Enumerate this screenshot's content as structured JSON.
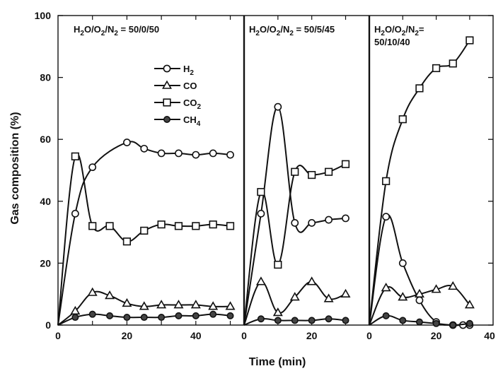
{
  "chart_data": {
    "type": "line",
    "xlabel": "Time (min)",
    "ylabel": "Gas composition (%)",
    "ylim": [
      0,
      100
    ],
    "yticks": [
      0,
      20,
      40,
      60,
      80,
      100
    ],
    "legend": {
      "placement": "upper-left-inside-panel-1",
      "entries": [
        {
          "label": "H",
          "sub": "2",
          "marker": "circle-open"
        },
        {
          "label": "CO",
          "sub": "",
          "marker": "triangle-open"
        },
        {
          "label": "CO",
          "sub": "2",
          "marker": "square-open"
        },
        {
          "label": "CH",
          "sub": "4",
          "marker": "circle-filled"
        }
      ]
    },
    "panels": [
      {
        "label_lines": [
          [
            {
              "t": "H"
            },
            {
              "t": "2",
              "sub": true
            },
            {
              "t": "O/O"
            },
            {
              "t": "2",
              "sub": true
            },
            {
              "t": "/N"
            },
            {
              "t": "2",
              "sub": true
            },
            {
              "t": " = 50/0/50"
            }
          ]
        ],
        "xlim": [
          0,
          54
        ],
        "xticks": [
          0,
          20,
          40
        ],
        "series": [
          {
            "name": "H2",
            "marker": "circle-open",
            "x": [
              5,
              10,
              20,
              25,
              30,
              35,
              40,
              45,
              50
            ],
            "y": [
              36,
              51,
              59,
              57,
              55.5,
              55.5,
              55,
              55.5,
              55
            ]
          },
          {
            "name": "CO",
            "marker": "triangle-open",
            "x": [
              5,
              10,
              15,
              20,
              25,
              30,
              35,
              40,
              45,
              50
            ],
            "y": [
              4.5,
              10.5,
              9.5,
              7,
              6,
              6.5,
              6.5,
              6.5,
              6,
              6
            ]
          },
          {
            "name": "CO2",
            "marker": "square-open",
            "x": [
              5,
              10,
              15,
              20,
              25,
              30,
              35,
              40,
              45,
              50
            ],
            "y": [
              54.5,
              32,
              32,
              27,
              30.5,
              32.5,
              32,
              32,
              32.5,
              32
            ]
          },
          {
            "name": "CH4",
            "marker": "circle-filled",
            "x": [
              5,
              10,
              15,
              20,
              25,
              30,
              35,
              40,
              45,
              50
            ],
            "y": [
              2.5,
              3.5,
              3,
              2.5,
              2.5,
              2.5,
              3,
              3,
              3.5,
              3
            ]
          }
        ]
      },
      {
        "label_lines": [
          [
            {
              "t": "H"
            },
            {
              "t": "2",
              "sub": true
            },
            {
              "t": "O/O"
            },
            {
              "t": "2",
              "sub": true
            },
            {
              "t": "/N"
            },
            {
              "t": "2",
              "sub": true
            },
            {
              "t": " = 50/5/45"
            }
          ]
        ],
        "xlim": [
          0,
          37
        ],
        "xticks": [
          0,
          20
        ],
        "series": [
          {
            "name": "H2",
            "marker": "circle-open",
            "x": [
              5,
              10,
              15,
              20,
              25,
              30
            ],
            "y": [
              36,
              70.5,
              33,
              33,
              34,
              34.5
            ]
          },
          {
            "name": "CO",
            "marker": "triangle-open",
            "x": [
              5,
              10,
              15,
              20,
              25,
              30
            ],
            "y": [
              14,
              4,
              9,
              14,
              8.5,
              10
            ]
          },
          {
            "name": "CO2",
            "marker": "square-open",
            "x": [
              5,
              10,
              15,
              20,
              25,
              30
            ],
            "y": [
              43,
              19.5,
              49.5,
              48.5,
              49.5,
              52
            ]
          },
          {
            "name": "CH4",
            "marker": "circle-filled",
            "x": [
              5,
              10,
              15,
              20,
              25,
              30
            ],
            "y": [
              2,
              1.5,
              1.5,
              1.5,
              2,
              1.5
            ]
          }
        ]
      },
      {
        "label_lines": [
          [
            {
              "t": "H"
            },
            {
              "t": "2",
              "sub": true
            },
            {
              "t": "O/O"
            },
            {
              "t": "2",
              "sub": true
            },
            {
              "t": "/N"
            },
            {
              "t": "2",
              "sub": true
            },
            {
              "t": "="
            }
          ],
          [
            {
              "t": "50/10/40"
            }
          ]
        ],
        "xlim": [
          0,
          37
        ],
        "xticks": [
          0,
          20,
          40
        ],
        "series": [
          {
            "name": "H2",
            "marker": "circle-open",
            "x": [
              5,
              10,
              15,
              20,
              25,
              28,
              30
            ],
            "y": [
              35,
              20,
              8,
              1,
              0,
              0,
              0
            ]
          },
          {
            "name": "CO",
            "marker": "triangle-open",
            "x": [
              5,
              10,
              15,
              20,
              25,
              30
            ],
            "y": [
              12,
              9,
              10,
              11.5,
              12.5,
              6.5
            ]
          },
          {
            "name": "CO2",
            "marker": "square-open",
            "x": [
              5,
              10,
              15,
              20,
              25,
              30
            ],
            "y": [
              46.5,
              66.5,
              76.5,
              83,
              84.5,
              92
            ]
          },
          {
            "name": "CH4",
            "marker": "circle-filled",
            "x": [
              5,
              10,
              15,
              20,
              25,
              30
            ],
            "y": [
              3,
              1.5,
              1,
              0.5,
              0,
              0.5
            ]
          }
        ]
      }
    ]
  }
}
